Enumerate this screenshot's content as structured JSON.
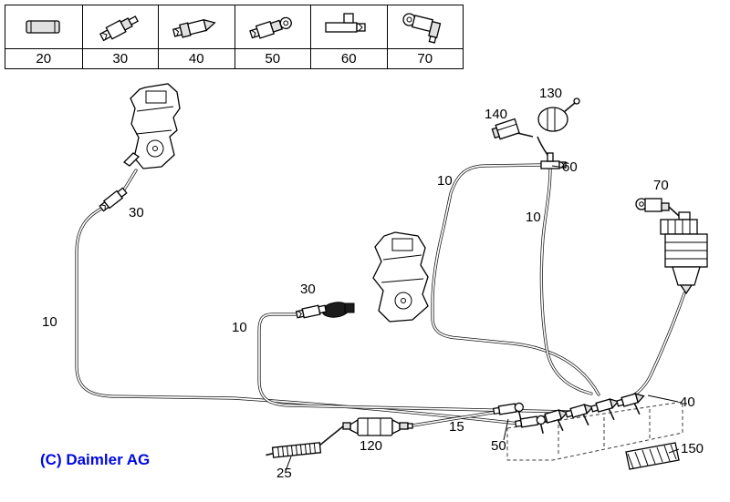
{
  "copyright": "(C) Daimler AG",
  "legend": {
    "items": [
      {
        "id": "20",
        "part": "hose-piece"
      },
      {
        "id": "30",
        "part": "elbow-connector"
      },
      {
        "id": "40",
        "part": "check-valve"
      },
      {
        "id": "50",
        "part": "ring-connector"
      },
      {
        "id": "60",
        "part": "tee-connector"
      },
      {
        "id": "70",
        "part": "ring-elbow-connector"
      }
    ]
  },
  "callouts": {
    "left_line": "10",
    "left_elbow": "30",
    "mid_line": "10",
    "mid_elbow": "30",
    "top_line": "10",
    "vacuum_element": "130",
    "sensor": "140",
    "tee": "60",
    "right_line": "10",
    "ring_elbow": "70",
    "check_valve": "40",
    "manifold_connector": "50",
    "short_line": "15",
    "filter": "120",
    "hose": "25",
    "pad": "150"
  }
}
